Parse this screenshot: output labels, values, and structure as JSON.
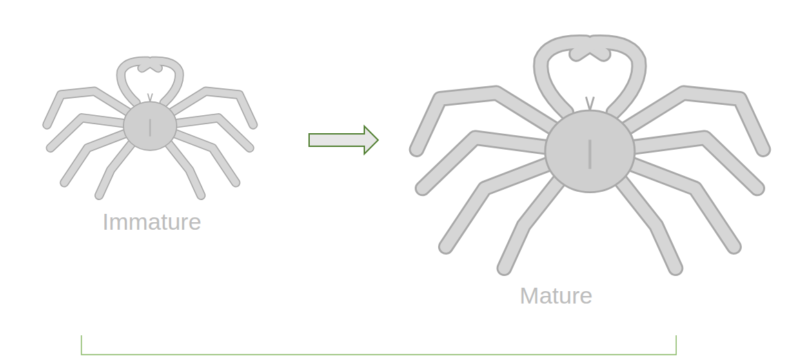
{
  "diagram": {
    "nodes": [
      {
        "text": [
          "Immature"
        ]
      },
      {
        "text": [
          "Mature"
        ]
      }
    ],
    "edges": [
      {
        "from": 0,
        "to": 1,
        "arrow": "to"
      }
    ]
  }
}
